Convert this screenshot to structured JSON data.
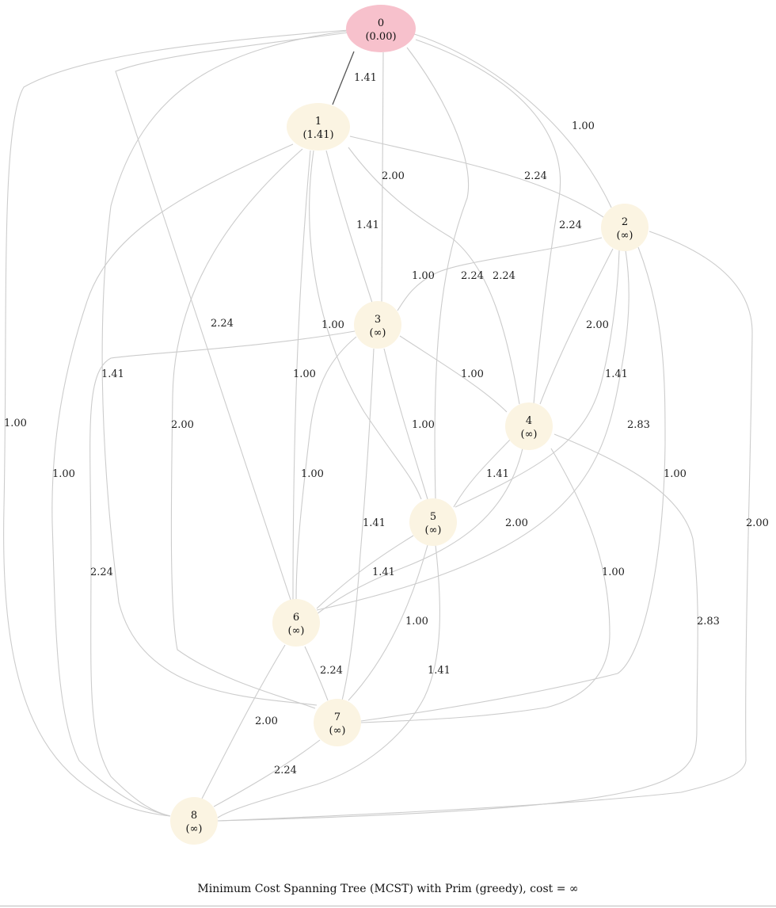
{
  "caption": "Minimum Cost Spanning Tree (MCST) with Prim (greedy), cost = ∞",
  "colors": {
    "start_node": "#f7c1cc",
    "node": "#fbf4e2",
    "edge": "#cccccc",
    "tree_edge": "#555555"
  },
  "nodes": [
    {
      "id": "0",
      "cost": "(0.00)",
      "state": "start"
    },
    {
      "id": "1",
      "cost": "(1.41)",
      "state": "reached"
    },
    {
      "id": "2",
      "cost": "(∞)",
      "state": "unreached"
    },
    {
      "id": "3",
      "cost": "(∞)",
      "state": "unreached"
    },
    {
      "id": "4",
      "cost": "(∞)",
      "state": "unreached"
    },
    {
      "id": "5",
      "cost": "(∞)",
      "state": "unreached"
    },
    {
      "id": "6",
      "cost": "(∞)",
      "state": "unreached"
    },
    {
      "id": "7",
      "cost": "(∞)",
      "state": "unreached"
    },
    {
      "id": "8",
      "cost": "(∞)",
      "state": "unreached"
    }
  ],
  "edges": [
    {
      "from": "0",
      "to": "1",
      "weight": "1.41",
      "in_tree": true
    },
    {
      "from": "0",
      "to": "2",
      "weight": "1.00"
    },
    {
      "from": "0",
      "to": "3",
      "weight": "2.00"
    },
    {
      "from": "0",
      "to": "5",
      "weight": "1.00"
    },
    {
      "from": "0",
      "to": "4",
      "weight": "2.24"
    },
    {
      "from": "0",
      "to": "6",
      "weight": "2.24"
    },
    {
      "from": "0",
      "to": "7",
      "weight": "1.41"
    },
    {
      "from": "0",
      "to": "8",
      "weight": "1.00"
    },
    {
      "from": "1",
      "to": "2",
      "weight": "2.24"
    },
    {
      "from": "1",
      "to": "3",
      "weight": "1.41"
    },
    {
      "from": "1",
      "to": "4",
      "weight": "2.24"
    },
    {
      "from": "1",
      "to": "5",
      "weight": "1.00"
    },
    {
      "from": "1",
      "to": "6",
      "weight": "1.00"
    },
    {
      "from": "1",
      "to": "7",
      "weight": "2.00"
    },
    {
      "from": "1",
      "to": "8",
      "weight": "1.00"
    },
    {
      "from": "2",
      "to": "3",
      "weight": "2.24"
    },
    {
      "from": "2",
      "to": "4",
      "weight": "2.00"
    },
    {
      "from": "2",
      "to": "5",
      "weight": "1.41"
    },
    {
      "from": "2",
      "to": "6",
      "weight": "2.83"
    },
    {
      "from": "2",
      "to": "7",
      "weight": "1.00"
    },
    {
      "from": "2",
      "to": "8",
      "weight": "2.00"
    },
    {
      "from": "3",
      "to": "4",
      "weight": "1.00"
    },
    {
      "from": "3",
      "to": "5",
      "weight": "1.00"
    },
    {
      "from": "3",
      "to": "6",
      "weight": "1.00"
    },
    {
      "from": "3",
      "to": "7",
      "weight": "1.41"
    },
    {
      "from": "3",
      "to": "8",
      "weight": "2.24"
    },
    {
      "from": "4",
      "to": "5",
      "weight": "1.41"
    },
    {
      "from": "4",
      "to": "6",
      "weight": "2.00"
    },
    {
      "from": "4",
      "to": "7",
      "weight": "1.00"
    },
    {
      "from": "4",
      "to": "8",
      "weight": "2.83"
    },
    {
      "from": "5",
      "to": "6",
      "weight": "1.41"
    },
    {
      "from": "5",
      "to": "7",
      "weight": "1.00"
    },
    {
      "from": "5",
      "to": "8",
      "weight": "1.41"
    },
    {
      "from": "6",
      "to": "7",
      "weight": "2.24"
    },
    {
      "from": "6",
      "to": "8",
      "weight": "2.00"
    },
    {
      "from": "7",
      "to": "8",
      "weight": "2.24"
    }
  ]
}
